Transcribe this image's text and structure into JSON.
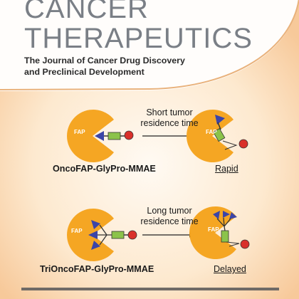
{
  "journal": {
    "title_line1": "CANCER",
    "title_line2": "THERAPEUTICS",
    "subtitle_line1": "The Journal of Cancer Drug Discovery",
    "subtitle_line2": "and Preclinical Development"
  },
  "figure": {
    "top": {
      "compound": "OncoFAP-GlyPro-MMAE",
      "caption_line1": "Short tumor",
      "caption_line2": "residence time",
      "release": "Rapid",
      "fap_left": "FAP",
      "fap_right": "FAP"
    },
    "bottom": {
      "compound": "TriOncoFAP-GlyPro-MMAE",
      "caption_line1": "Long tumor",
      "caption_line2": "residence time",
      "release": "Delayed",
      "fap_left": "FAP",
      "fap_right": "FAP"
    }
  },
  "colors": {
    "enzyme": "#f5a623",
    "ligand": "#3b45a8",
    "linker": "#8bc34a",
    "payload": "#d9302a",
    "title": "#7a7f86",
    "panel": "#fbe3c6"
  }
}
